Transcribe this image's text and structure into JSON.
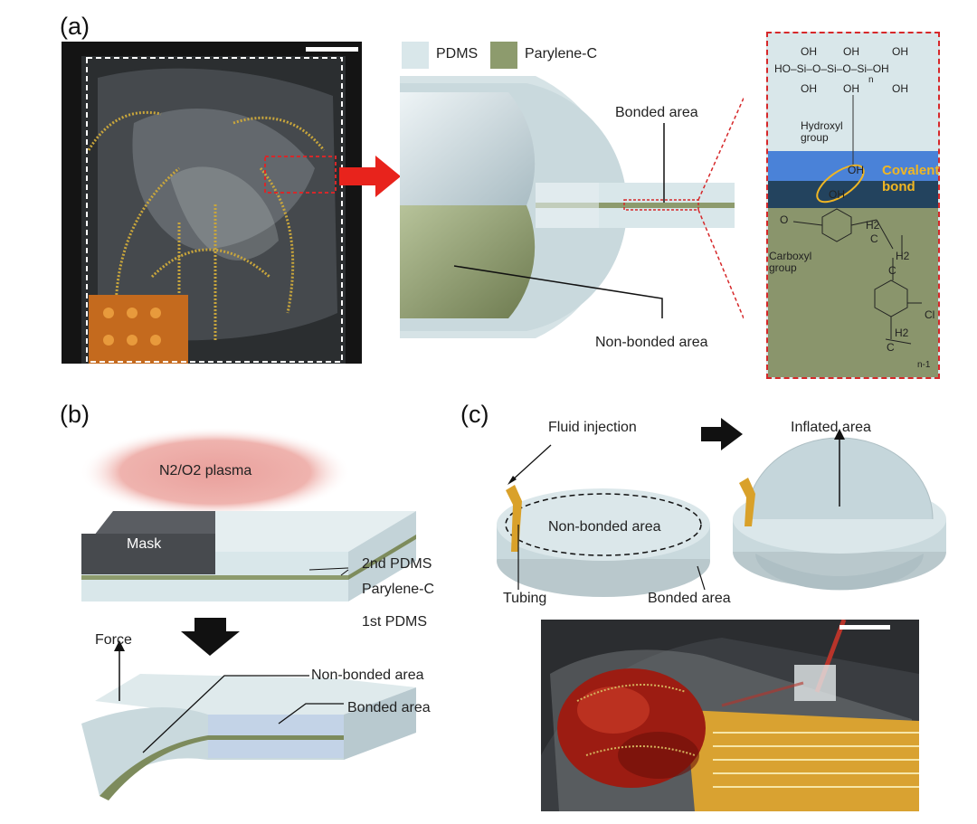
{
  "panels": {
    "a": "(a)",
    "b": "(b)",
    "c": "(c)"
  },
  "legend": {
    "pdms": "PDMS",
    "parylene": "Parylene-C"
  },
  "panel_a": {
    "bonded_area": "Bonded area",
    "non_bonded_area": "Non-bonded area"
  },
  "chemistry": {
    "oh_top_1": "OH",
    "oh_top_2": "OH",
    "oh_top_3": "OH",
    "backbone_left": "HO–Si–O–Si–O–Si–OH",
    "subscript_n": "n",
    "oh_bot_1": "OH",
    "oh_bot_2": "OH",
    "oh_bot_3": "OH",
    "hydroxyl_group": "Hydroxyl\ngroup",
    "oh_upper": "OH",
    "oh_lower": "OH",
    "covalent_bond": "Covalent\nbond",
    "carbonyl_o": "O",
    "carboxyl_group": "Carboxyl\ngroup",
    "h2_top": "H2",
    "c_top": "C",
    "h2_mid": "H2",
    "c_mid": "C",
    "cl": "Cl",
    "h2_bot": "H2",
    "c_bot": "C",
    "subscript_n_minus_1": "n-1"
  },
  "panel_b": {
    "plasma": "N2/O2 plasma",
    "mask": "Mask",
    "second_pdms": "2nd PDMS",
    "parylene": "Parylene-C",
    "first_pdms": "1st PDMS",
    "force": "Force",
    "non_bonded_area": "Non-bonded area",
    "bonded_area": "Bonded area"
  },
  "panel_c": {
    "fluid_injection": "Fluid injection",
    "inflated_area": "Inflated area",
    "non_bonded_area": "Non-bonded area",
    "tubing": "Tubing",
    "bonded_area": "Bonded area"
  },
  "colors": {
    "pdms": "#d9e7ea",
    "parylene": "#8d9b6d",
    "plasma": "#e9a09c",
    "mask": "#474a4e",
    "covalent": "#f0b623",
    "arrow_red": "#e8231c",
    "chem_bg": "#8a956c",
    "highlight_dash": "#d6282a"
  }
}
